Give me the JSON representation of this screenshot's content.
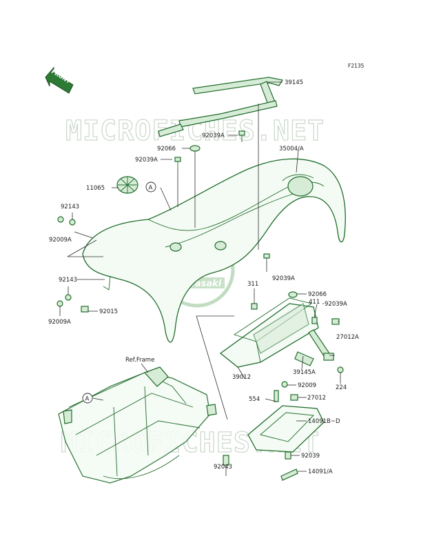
{
  "figure_code": "F2135",
  "front_label": "FRONT",
  "watermark": "MICROFICHES.NET",
  "logo_text": "Kawasaki",
  "ref_frame": "Ref.Frame",
  "ref_marker": "A",
  "parts": {
    "p39145": "39145",
    "p92039A_top": "92039A",
    "p92066_top": "92066",
    "p35004A": "35004/A",
    "p92039A_left": "92039A",
    "p11065": "11065",
    "p92143_top": "92143",
    "p92009A_top": "92009A",
    "p92039A_mid": "92039A",
    "p92143_bot": "92143",
    "p311": "311",
    "p92066_mid": "92066",
    "p411": "411",
    "p92039A_right": "92039A",
    "p92009A_bot": "92009A",
    "p92015": "92015",
    "p27012A": "27012A",
    "p39145A": "39145A",
    "p39012": "39012",
    "p224": "224",
    "p92009": "92009",
    "p554": "554",
    "p27012": "27012",
    "p14091BD": "14091B~D",
    "p92039": "92039",
    "p92043": "92043",
    "p14091A": "14091/A"
  }
}
